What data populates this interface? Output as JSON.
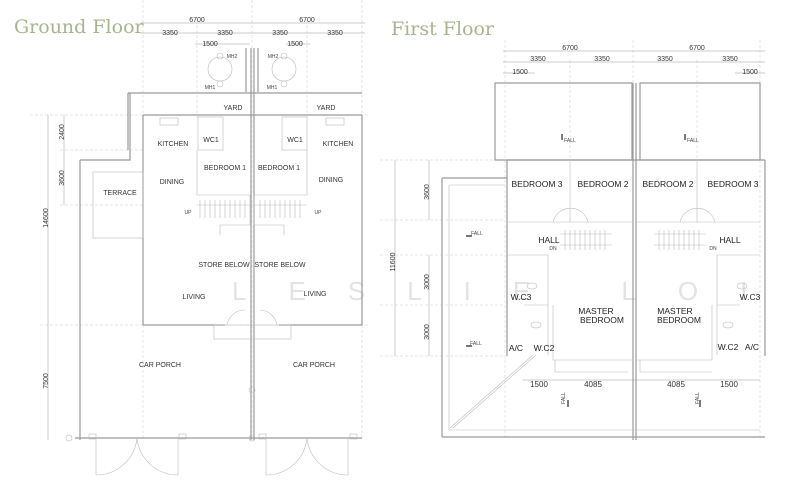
{
  "titles": {
    "ground": "Ground Floor",
    "first": "First Floor"
  },
  "watermark": "LESLIE LOI",
  "colors": {
    "title": "#a7b58f",
    "lines": "#9a9a9a"
  },
  "ground": {
    "dims_top": [
      "6700",
      "6700",
      "3350",
      "3350",
      "3350",
      "3350",
      "1500",
      "1500"
    ],
    "dims_left": [
      "2400",
      "3600",
      "14600",
      "7500"
    ],
    "labels": [
      "YARD",
      "YARD",
      "KITCHEN",
      "WC1",
      "BEDROOM 1",
      "BEDROOM 1",
      "WC1",
      "KITCHEN",
      "DINING",
      "DINING",
      "TERRACE",
      "STORE BELOW",
      "STORE BELOW",
      "LIVING",
      "LIVING",
      "CAR PORCH",
      "CAR PORCH"
    ],
    "small": [
      "MH2",
      "MH2",
      "MH1",
      "MH1",
      "UP",
      "UP"
    ]
  },
  "first": {
    "dims_top": [
      "6700",
      "6700",
      "3350",
      "3350",
      "3350",
      "3350",
      "1500",
      "1500"
    ],
    "dims_left": [
      "3600",
      "11600",
      "3000",
      "3000"
    ],
    "dims_bottom": [
      "1500",
      "4085",
      "4085",
      "1500"
    ],
    "labels": [
      "BEDROOM 3",
      "BEDROOM 2",
      "BEDROOM 2",
      "BEDROOM 3",
      "HALL",
      "HALL",
      "W.C3",
      "W.C3",
      "MASTER",
      "BEDROOM",
      "MASTER",
      "BEDROOM",
      "A/C",
      "W.C2",
      "W.C2",
      "A/C"
    ],
    "small": [
      "FALL",
      "FALL",
      "FALL",
      "FALL",
      "FALL",
      "FALL",
      "DN",
      "DN"
    ]
  }
}
